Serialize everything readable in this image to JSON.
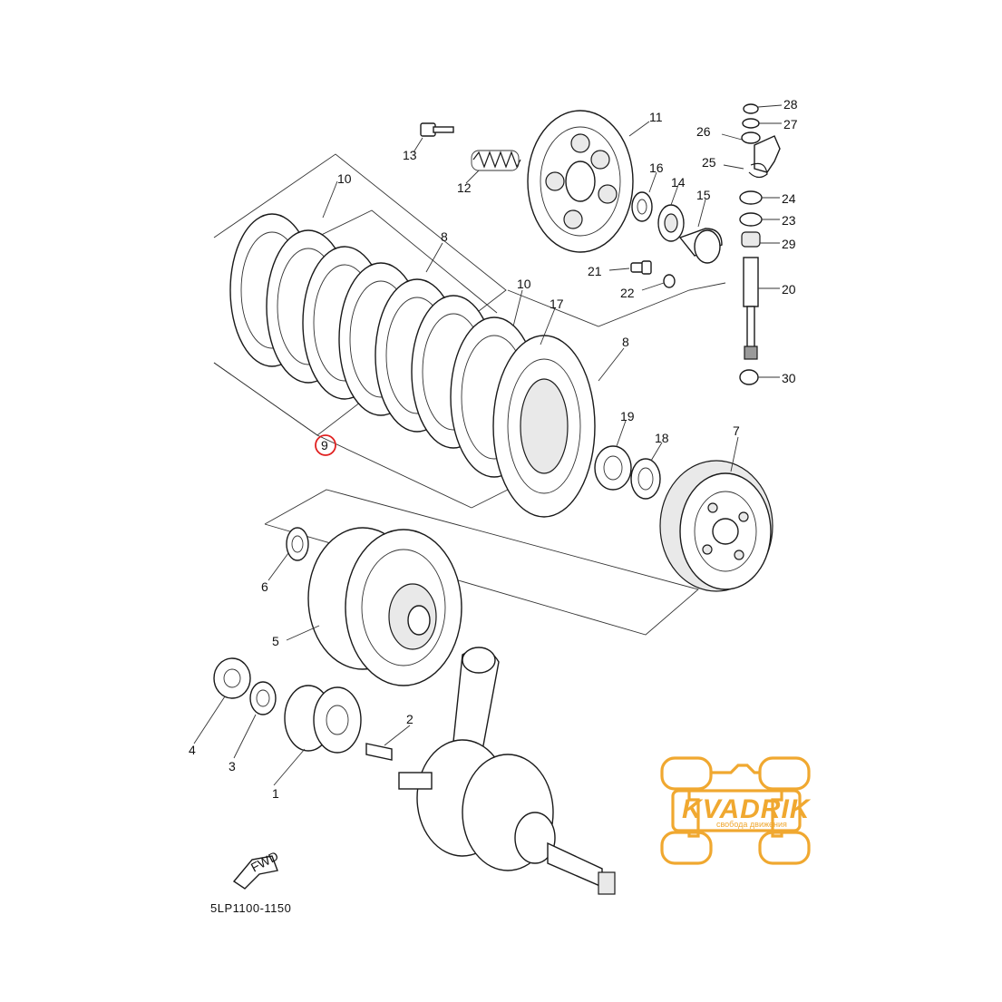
{
  "diagram": {
    "part_numbers": {
      "p1": "1",
      "p2": "2",
      "p3": "3",
      "p4": "4",
      "p5": "5",
      "p6": "6",
      "p7": "7",
      "p8a": "8",
      "p8b": "8",
      "p9": "9",
      "p10a": "10",
      "p10b": "10",
      "p11": "11",
      "p12": "12",
      "p13": "13",
      "p14": "14",
      "p15": "15",
      "p16": "16",
      "p17": "17",
      "p18": "18",
      "p19": "19",
      "p20": "20",
      "p21": "21",
      "p22": "22",
      "p23": "23",
      "p24": "24",
      "p25": "25",
      "p26": "26",
      "p27": "27",
      "p28": "28",
      "p29": "29",
      "p30": "30"
    },
    "highlighted_part": "9",
    "highlight_color": "#e02020",
    "fwd_label": "FWD",
    "drawing_code": "5LP1100-1150"
  },
  "watermark": {
    "brand": "KVADRIK",
    "tagline": "свобода движения",
    "color": "#f0a830"
  }
}
